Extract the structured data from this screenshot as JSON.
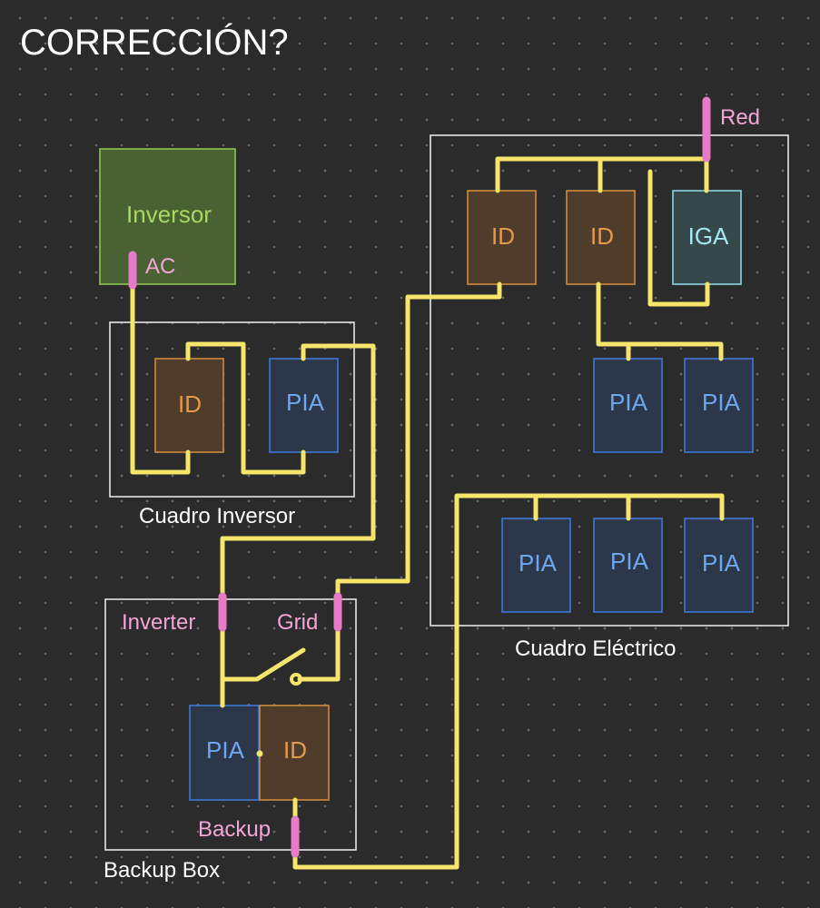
{
  "title": "CORRECCIÓN?",
  "colors": {
    "wire": "#f5e56b",
    "port": "#e77bc8",
    "id": "#cf8a3f",
    "pia": "#3f78d6",
    "iga": "#8fd3e3",
    "inversor": "#8ec24f"
  },
  "inversor": {
    "label": "Inversor",
    "ac_port": "AC"
  },
  "cuadro_inversor": {
    "caption": "Cuadro Inversor",
    "id_label": "ID",
    "pia_label": "PIA"
  },
  "cuadro_electrico": {
    "caption": "Cuadro Eléctrico",
    "red_port": "Red",
    "id1_label": "ID",
    "id2_label": "ID",
    "iga_label": "IGA",
    "pia_upper": [
      "PIA",
      "PIA"
    ],
    "pia_lower": [
      "PIA",
      "PIA",
      "PIA"
    ]
  },
  "backup_box": {
    "caption": "Backup Box",
    "inverter_port": "Inverter",
    "grid_port": "Grid",
    "backup_port": "Backup",
    "pia_label": "PIA",
    "id_label": "ID"
  }
}
